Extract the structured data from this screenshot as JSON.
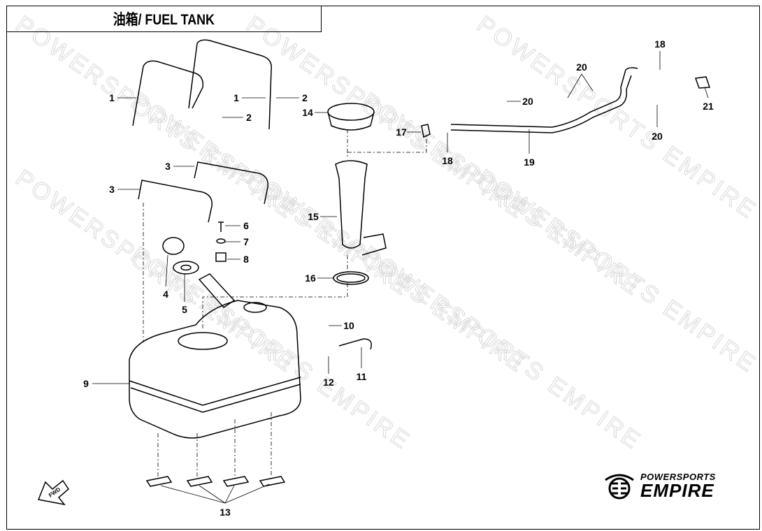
{
  "title": "油箱/ FUEL TANK",
  "watermark": "POWERSPORTS EMPIRE",
  "logo": {
    "top": "POWERSPORTS",
    "bottom": "EMPIRE"
  },
  "fwd_label": "FWD",
  "callouts": [
    "1",
    "1",
    "2",
    "2",
    "14",
    "17",
    "18",
    "19",
    "20",
    "20",
    "20",
    "18",
    "21",
    "3",
    "3",
    "6",
    "7",
    "8",
    "15",
    "4",
    "5",
    "16",
    "10",
    "12",
    "11",
    "9",
    "13"
  ],
  "colors": {
    "line": "#000000",
    "watermark": "#d8d8d8"
  }
}
